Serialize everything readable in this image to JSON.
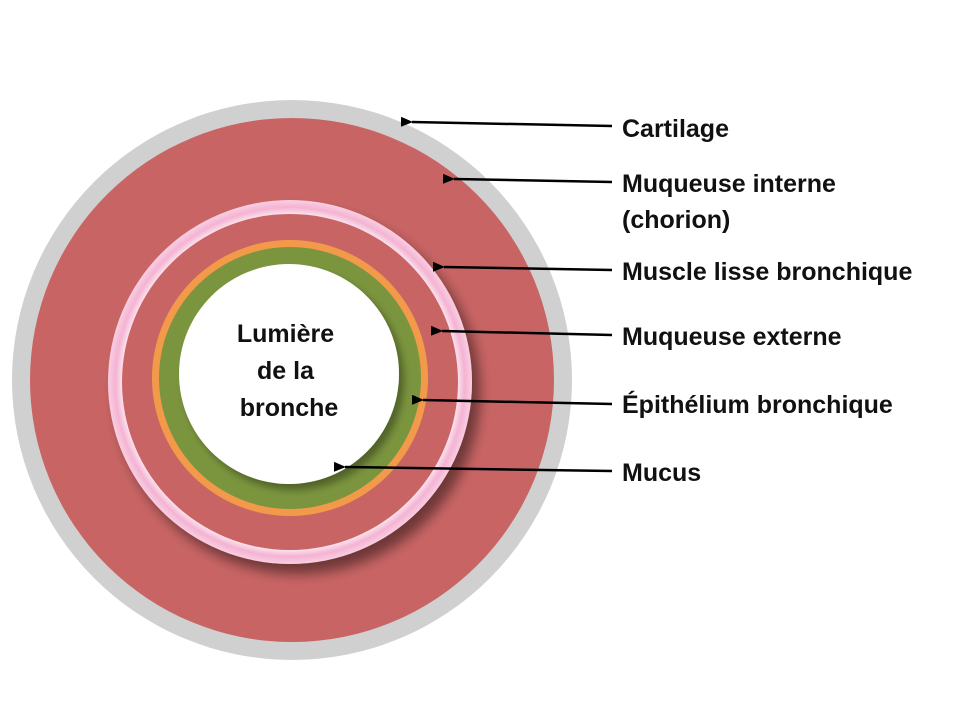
{
  "diagram": {
    "center_label": [
      "Lumière",
      "de la",
      "bronche"
    ],
    "labels": {
      "cartilage": "Cartilage",
      "muqueuse_interne": [
        "Muqueuse interne",
        "(chorion)"
      ],
      "muscle": "Muscle lisse bronchique",
      "muqueuse_externe": "Muqueuse externe",
      "epithelium": "Épithélium bronchique",
      "mucus": "Mucus"
    },
    "colors": {
      "cartilage": "#d0d0d0",
      "muqueuse": "#c86464",
      "muscle_glow": "#f4b3d2",
      "muscle_core": "#ffffff",
      "epithelium": "#f29a4a",
      "mucus": "#7b953e",
      "lumen": "#ffffff",
      "arrow": "#000000"
    }
  }
}
